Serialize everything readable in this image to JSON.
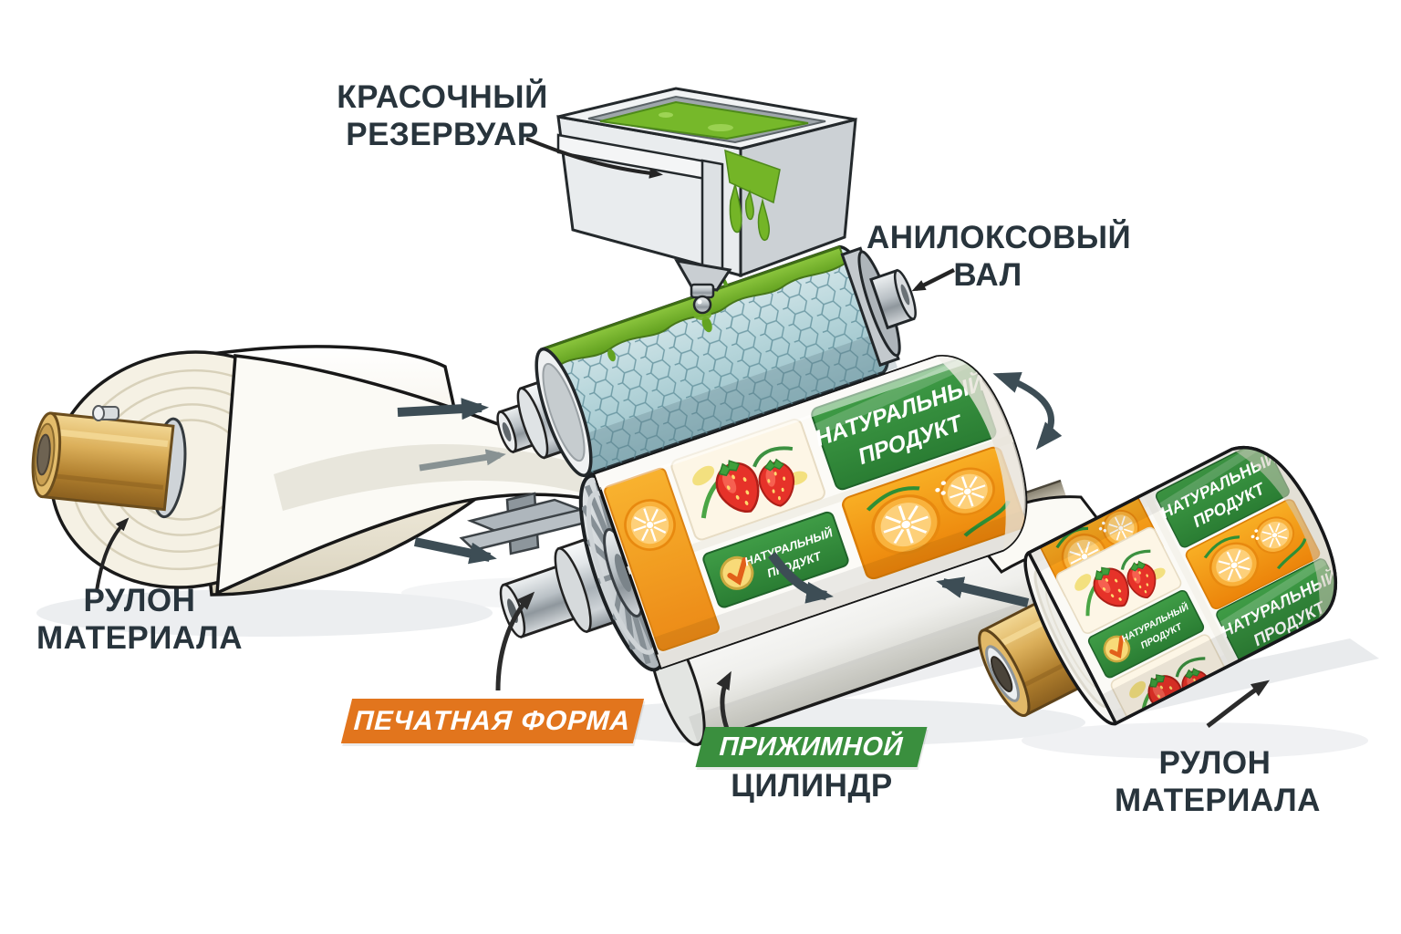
{
  "figure": {
    "callouts": {
      "ink_reservoir": {
        "line1": "КРАСОЧНЫЙ",
        "line2": "РЕЗЕРВУАР"
      },
      "anilox_roll": {
        "line1": "АНИЛОКСОВЫЙ",
        "line2": "ВАЛ"
      },
      "material_roll_left": {
        "line1": "РУЛОН",
        "line2": "МАТЕРИАЛА"
      },
      "printing_plate": {
        "text": "ПЕЧАТНАЯ ФОРМА"
      },
      "impression_cylinder": {
        "line1": "ПРИЖИМНОЙ",
        "line2": "ЦИЛИНДР"
      },
      "material_roll_right": {
        "line1": "РУЛОН",
        "line2": "МАТЕРИАЛА"
      }
    },
    "printed_label": {
      "line1": "НАТУРАЛЬНЫЙ",
      "line2": "ПРОДУКТ"
    },
    "colors": {
      "text_dark": "#28343c",
      "banner_orange": "#e2751d",
      "banner_green": "#3a8f3e",
      "ink_green": "#76b82a",
      "anilox_teal": "#b7d6db",
      "arrow_dark": "#3d4d55",
      "core_gold": "#c89b4a",
      "label_tile_green": "#2e8b3c"
    }
  }
}
